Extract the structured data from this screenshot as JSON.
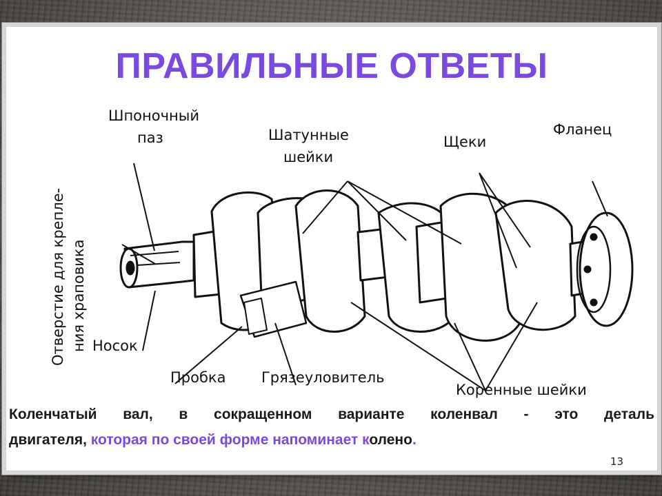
{
  "slide": {
    "title": "ПРАВИЛЬНЫЕ ОТВЕТЫ",
    "page_number": "13"
  },
  "diagram": {
    "subject": "crankshaft",
    "labels": {
      "keyway_1": "Шпоночный",
      "keyway_2": "паз",
      "crankpins_1": "Шатунные",
      "crankpins_2": "шейки",
      "cheeks": "Щеки",
      "flange": "Фланец",
      "ratchet_hole": "Отверстие для крепле-",
      "ratchet_hole_2": "ния храповика",
      "nose": "Носок",
      "plug": "Пробка",
      "dirt_trap": "Грязеуловитель",
      "main_journals": "Коренные шейки"
    }
  },
  "caption": {
    "part1": "Коленчатый вал, в сокращенном варианте коленвал - это деталь",
    "part2": "двигателя,",
    "part3": " которая по своей форме напоминает к",
    "part4": "олено",
    "part5": "."
  }
}
